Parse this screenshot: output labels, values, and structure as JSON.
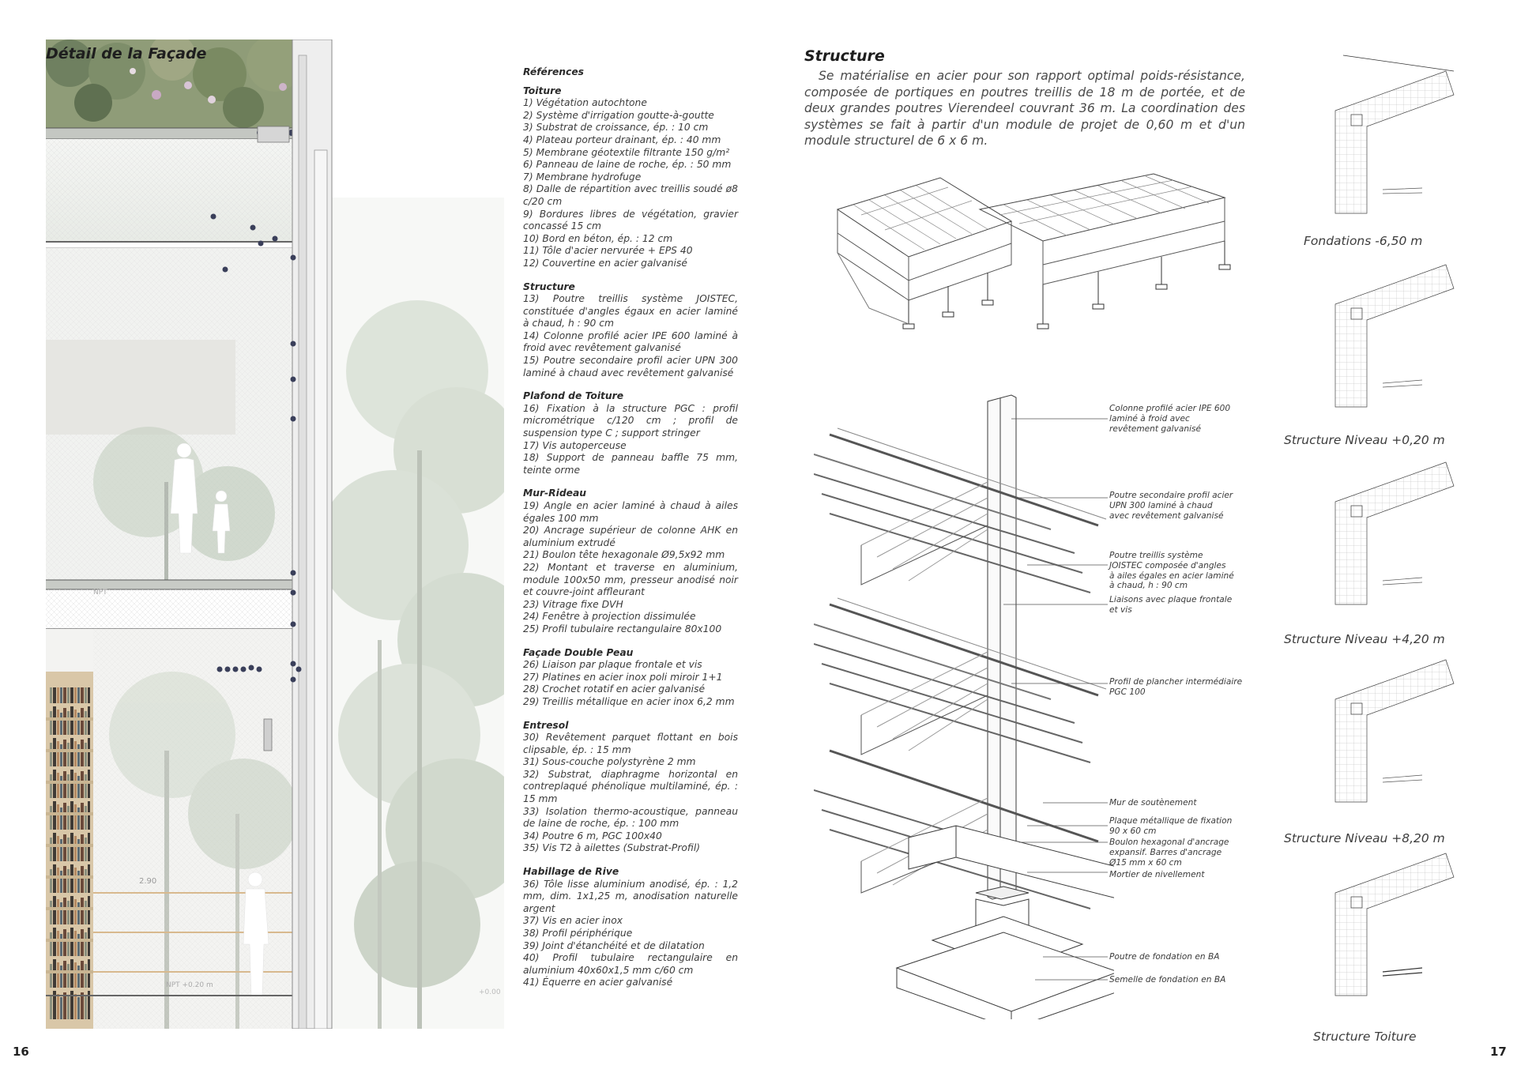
{
  "left_page": {
    "title": "Détail de la Façade",
    "page_number": "16",
    "drawing_labels": {
      "level_plus": "NPT +0.20 m",
      "level_zero": "+0.00",
      "height": "2.90",
      "level_top": "NPT"
    },
    "references": {
      "heading": "Références",
      "sections": [
        {
          "title": "Toiture",
          "items": [
            "1) Végétation autochtone",
            "2) Système d'irrigation goutte-à-goutte",
            "3) Substrat de croissance, ép. : 10 cm",
            "4) Plateau porteur drainant, ép. : 40 mm",
            "5) Membrane géotextile filtrante 150 g/m²",
            "6) Panneau de laine de roche, ép. : 50 mm",
            "7) Membrane hydrofuge",
            "8) Dalle de répartition avec treillis soudé ø8 c/20 cm",
            "9) Bordures libres de végétation, gravier concassé 15 cm",
            "10) Bord en béton, ép. : 12 cm",
            "11) Tôle d'acier nervurée + EPS 40",
            "12) Couvertine en acier galvanisé"
          ]
        },
        {
          "title": "Structure",
          "items": [
            "13) Poutre treillis système JOISTEC, constituée d'angles égaux en acier laminé à chaud, h : 90 cm",
            "14) Colonne profilé acier IPE 600 laminé à froid avec revêtement galvanisé",
            "15) Poutre secondaire profil acier UPN 300 laminé à chaud avec revêtement galvanisé"
          ]
        },
        {
          "title": "Plafond de Toiture",
          "items": [
            "16) Fixation à la structure PGC : profil micrométrique c/120 cm ; profil de suspension type C ; support stringer",
            "17) Vis autoperceuse",
            "18) Support de panneau baffle 75 mm, teinte orme"
          ]
        },
        {
          "title": "Mur-Rideau",
          "items": [
            "19) Angle en acier laminé à chaud à ailes égales 100 mm",
            "20) Ancrage supérieur de colonne AHK en aluminium extrudé",
            "21) Boulon tête hexagonale Ø9,5x92 mm",
            "22) Montant et traverse en aluminium, module 100x50 mm, presseur anodisé noir et couvre-joint affleurant",
            "23) Vitrage fixe DVH",
            "24) Fenêtre à projection dissimulée",
            "25) Profil tubulaire rectangulaire 80x100"
          ]
        },
        {
          "title": "Façade Double Peau",
          "items": [
            "26) Liaison par plaque frontale et vis",
            "27) Platines en acier inox poli miroir 1+1",
            "28) Crochet rotatif en acier galvanisé",
            "29) Treillis métallique en acier inox 6,2 mm"
          ]
        },
        {
          "title": "Entresol",
          "items": [
            "30) Revêtement parquet flottant en bois clipsable, ép. : 15 mm",
            "31) Sous-couche polystyrène 2 mm",
            "32) Substrat, diaphragme horizontal en contreplaqué phénolique multilaminé, ép. : 15 mm",
            "33) Isolation thermo-acoustique, panneau de laine de roche, ép. : 100 mm",
            "34) Poutre 6 m, PGC 100x40",
            "35) Vis T2 à ailettes (Substrat-Profil)"
          ]
        },
        {
          "title": "Habillage de Rive",
          "items": [
            "36) Tôle lisse aluminium anodisé, ép. : 1,2 mm, dim. 1x1,25 m, anodisation naturelle argent",
            "37) Vis en acier inox",
            "38) Profil périphérique",
            "39) Joint d'étanchéité et de dilatation",
            "40) Profil tubulaire rectangulaire en aluminium 40x60x1,5 mm c/60 cm",
            "41) Équerre en acier galvanisé"
          ]
        }
      ]
    }
  },
  "right_page": {
    "title": "Structure",
    "page_number": "17",
    "body": "Se matérialise en acier pour son rapport optimal poids-résistance, composée de portiques en poutres treillis de 18 m de portée, et de deux grandes poutres Vierendeel couvrant 36 m. La coordination des systèmes se fait à partir d'un module de projet de 0,60 m et d'un module structurel de 6 x 6 m.",
    "callouts": [
      "Colonne profilé acier IPE 600\nlaminé à froid avec\nrevêtement galvanisé",
      "Poutre secondaire profil acier\nUPN 300 laminé à chaud\navec revêtement galvanisé",
      "Poutre treillis système\nJOISTEC composée d'angles\nà ailes égales en acier laminé\nà chaud, h : 90 cm",
      "Liaisons avec plaque frontale\net vis",
      "Profil de plancher intermédiaire\nPGC 100",
      "Mur de soutènement",
      "Plaque métallique de fixation\n90 x 60 cm",
      "Boulon hexagonal d'ancrage\nexpansif. Barres d'ancrage\nØ15 mm x 60 cm",
      "Mortier de nivellement",
      "Poutre de fondation en BA",
      "Semelle de fondation en BA"
    ],
    "plans": [
      "Fondations -6,50 m",
      "Structure Niveau +0,20 m",
      "Structure Niveau +4,20 m",
      "Structure Niveau +8,20 m",
      "Structure Toiture"
    ]
  }
}
